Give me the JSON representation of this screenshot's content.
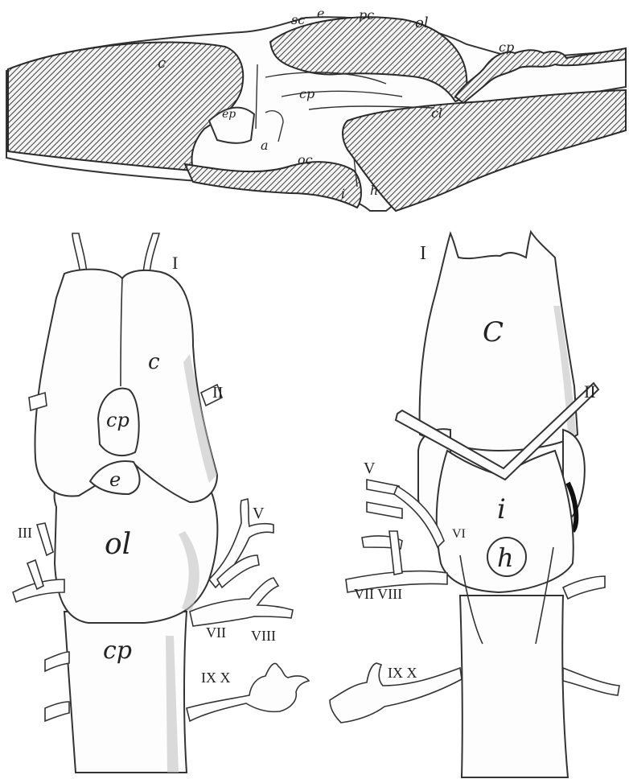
{
  "sagittal_labels": {
    "sc": "sc",
    "e": "e",
    "pc": "pc",
    "ol": "ol",
    "cp": "cp",
    "c": "c",
    "cp_inner": "cp",
    "cl": "cl",
    "ep": "ep",
    "a": "a",
    "oc": "oc",
    "i": "i",
    "h": "h"
  },
  "dorsal_labels": {
    "I": "I",
    "c": "c",
    "II": "II",
    "cp_top": "cp",
    "e": "e",
    "V": "V",
    "III": "III",
    "ol": "ol",
    "VII": "VII",
    "VIII": "VIII",
    "cp_bottom": "cp",
    "IX_X": "IX X"
  },
  "ventral_labels": {
    "I": "I",
    "c": "C",
    "II": "II",
    "V": "V",
    "i": "i",
    "VI": "VI",
    "h": "h",
    "VII_VIII": "VII VIII",
    "IX_X": "IX X"
  }
}
